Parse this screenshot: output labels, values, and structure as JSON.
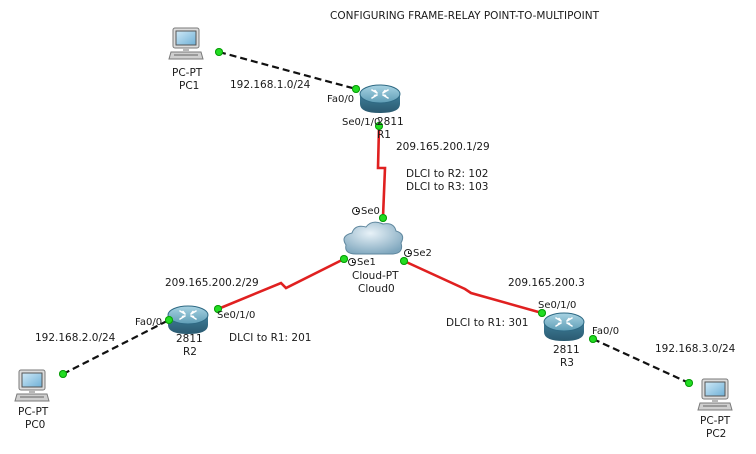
{
  "title": "CONFIGURING FRAME-RELAY POINT-TO-MULTIPOINT",
  "devices": {
    "pc1": {
      "type": "PC-PT",
      "name": "PC1"
    },
    "pc0": {
      "type": "PC-PT",
      "name": "PC0"
    },
    "pc2": {
      "type": "PC-PT",
      "name": "PC2"
    },
    "r1": {
      "model": "2811",
      "name": "R1"
    },
    "r2": {
      "model": "2811",
      "name": "R2"
    },
    "r3": {
      "model": "2811",
      "name": "R3"
    },
    "cloud": {
      "type": "Cloud-PT",
      "name": "Cloud0"
    }
  },
  "interfaces": {
    "r1_fa": "Fa0/0",
    "r1_se": "Se0/1/0",
    "r2_fa": "Fa0/0",
    "r2_se": "Se0/1/0",
    "r3_fa": "Fa0/0",
    "r3_se": "Se0/1/0",
    "cloud_se0": "Se0",
    "cloud_se1": "Se1",
    "cloud_se2": "Se2"
  },
  "networks": {
    "lan1": "192.168.1.0/24",
    "lan2": "192.168.2.0/24",
    "lan3": "192.168.3.0/24",
    "r1_wan": "209.165.200.1/29",
    "r2_wan": "209.165.200.2/29",
    "r3_wan": "209.165.200.3"
  },
  "dlci": {
    "r1_to_r2": "DLCI to R2: 102",
    "r1_to_r3": "DLCI to R3: 103",
    "r2_to_r1": "DLCI to R1: 201",
    "r3_to_r1": "DLCI to R1: 301"
  },
  "colors": {
    "serial_link": "#e02020",
    "ethernet_link": "#111111",
    "link_up_dot": "#22dd22",
    "router_body": "#4b8aa6"
  }
}
